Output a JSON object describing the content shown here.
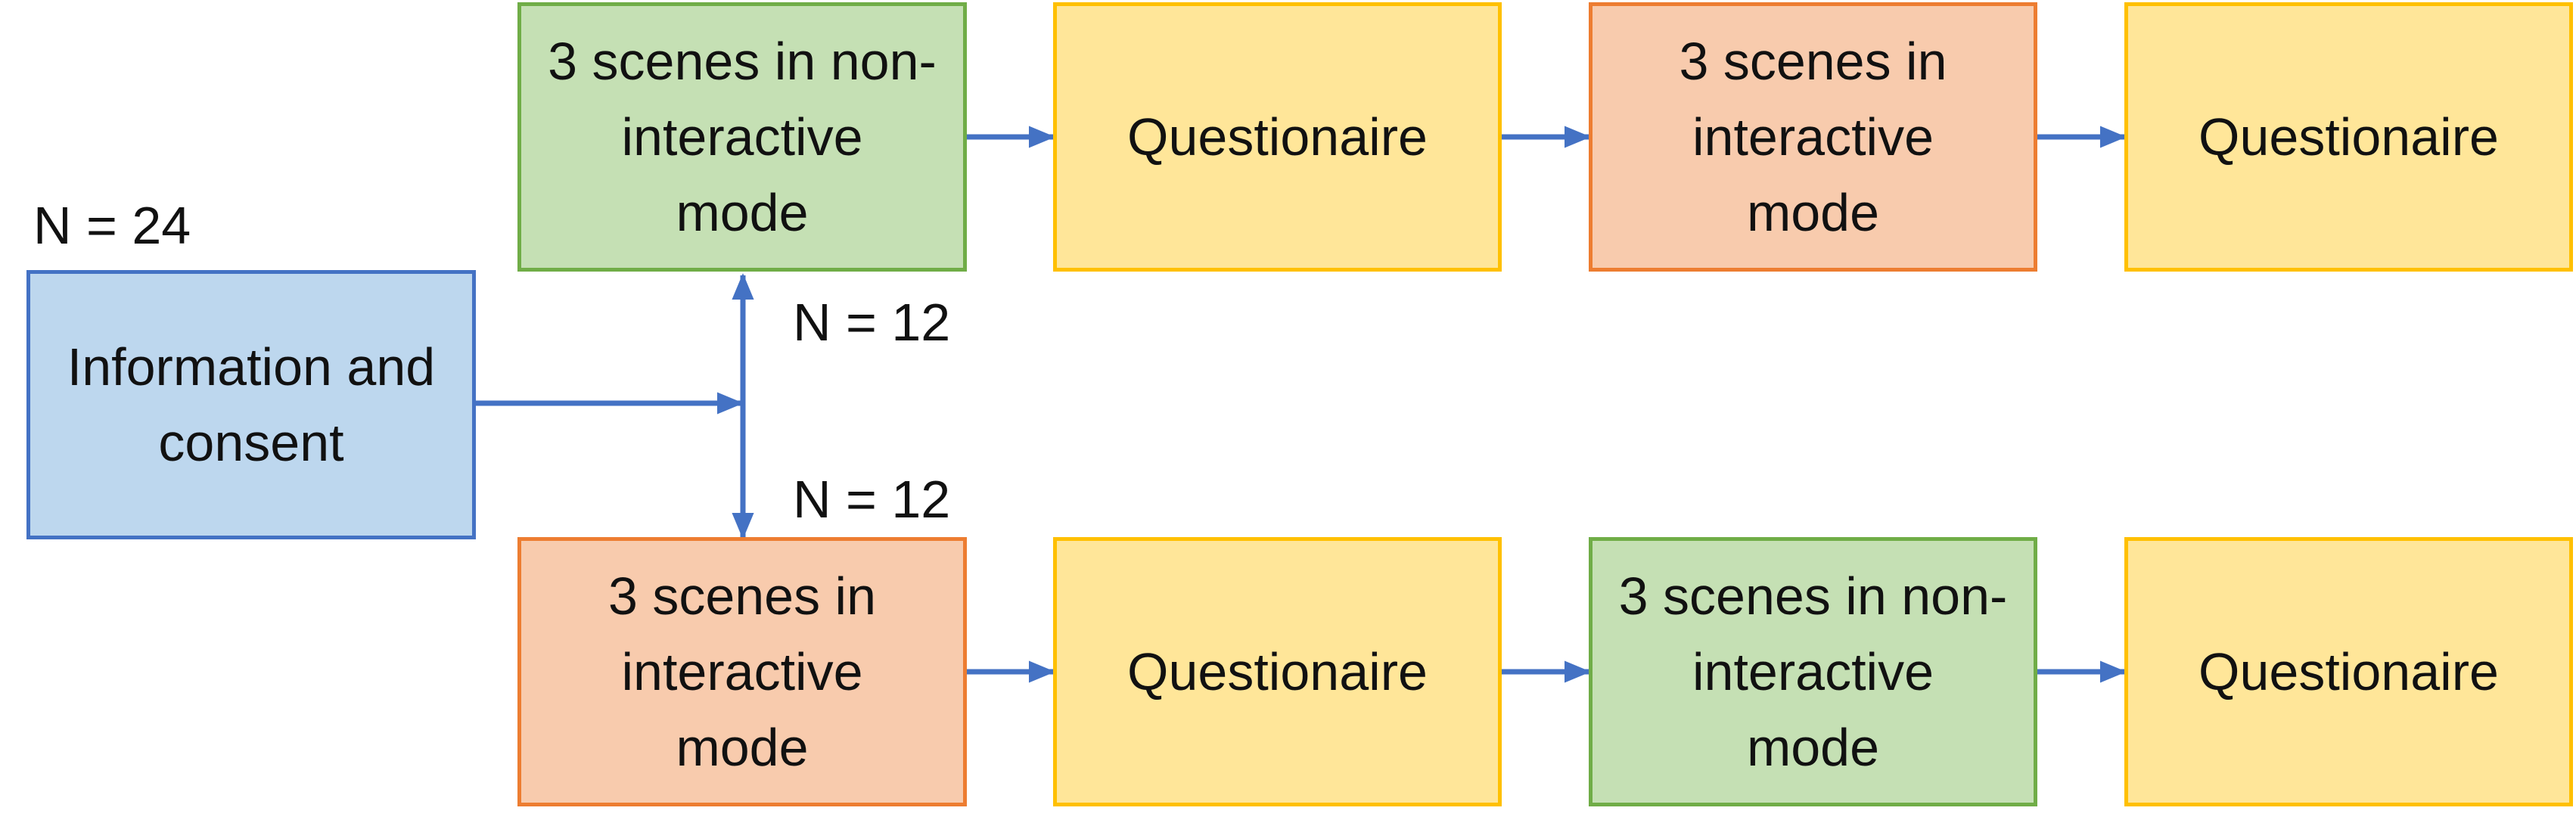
{
  "diagram": {
    "n_total": "N = 24",
    "n_group_a": "N = 12",
    "n_group_b": "N = 12",
    "start": {
      "line1": "Information and",
      "line2": "consent"
    },
    "top_row": [
      {
        "line1": "3 scenes in non-",
        "line2": "interactive",
        "line3": "mode"
      },
      {
        "line1": "Questionaire"
      },
      {
        "line1": "3 scenes in",
        "line2": "interactive",
        "line3": "mode"
      },
      {
        "line1": "Questionaire"
      }
    ],
    "bottom_row": [
      {
        "line1": "3 scenes in",
        "line2": "interactive",
        "line3": "mode"
      },
      {
        "line1": "Questionaire"
      },
      {
        "line1": "3 scenes in non-",
        "line2": "interactive",
        "line3": "mode"
      },
      {
        "line1": "Questionaire"
      }
    ]
  },
  "colors": {
    "arrow": "#4472c4",
    "consent_fill": "#bdd7ee",
    "non_interactive_fill": "#c5e0b4",
    "interactive_fill": "#f8cbad",
    "questionnaire_fill": "#ffe699"
  }
}
